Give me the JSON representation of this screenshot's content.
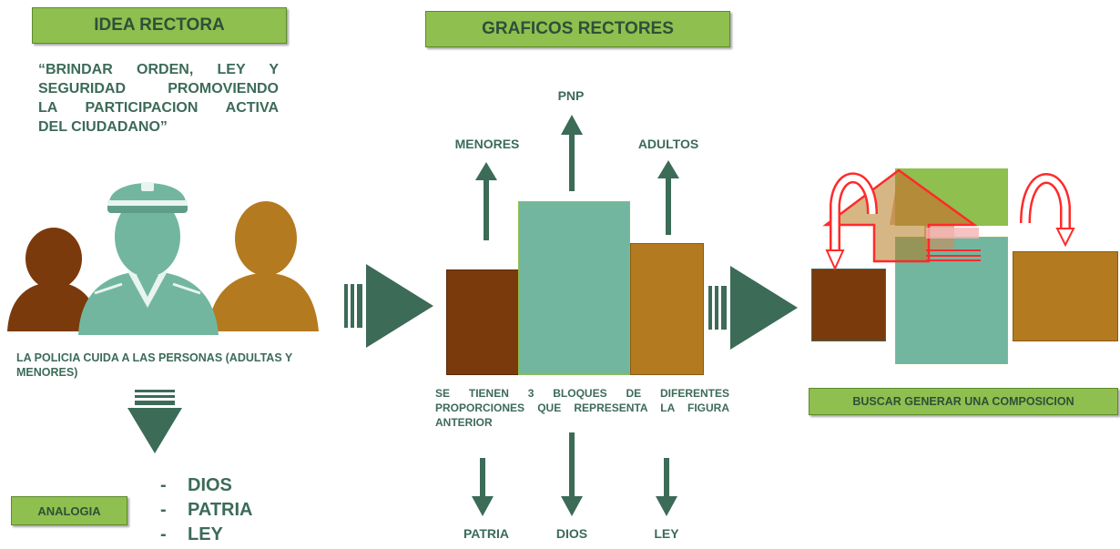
{
  "idea": {
    "title": "IDEA RECTORA",
    "quote_lines": [
      "“BRINDAR ORDEN, LEY Y",
      "SEGURIDAD PROMOVIENDO",
      "LA PARTICIPACION ACTIVA"
    ],
    "quote_last": "DEL CIUDADANO”",
    "caption": "LA POLICIA CUIDA A LAS PERSONAS (ADULTAS Y MENORES)",
    "analogia_label": "ANALOGIA",
    "analogia_items": [
      "DIOS",
      "PATRIA",
      "LEY"
    ]
  },
  "graficos": {
    "title": "GRAFICOS RECTORES",
    "top_labels": {
      "left": "MENORES",
      "center": "PNP",
      "right": "ADULTOS"
    },
    "bottom_labels": {
      "left": "PATRIA",
      "center": "DIOS",
      "right": "LEY"
    },
    "desc_lines": [
      "SE TIENEN 3 BLOQUES DE DIFERENTES",
      "PROPORCIONES QUE REPRESENTA LA FIGURA"
    ],
    "desc_last": "ANTERIOR"
  },
  "composicion": {
    "label": "BUSCAR GENERAR UNA COMPOSICION"
  },
  "colors": {
    "dark_green": "#3c6b58",
    "mint": "#72b69f",
    "brown": "#7b3a0c",
    "ochre": "#b47a1f",
    "label_green": "#8fbf4e",
    "red_outline": "#ff2a2a"
  }
}
